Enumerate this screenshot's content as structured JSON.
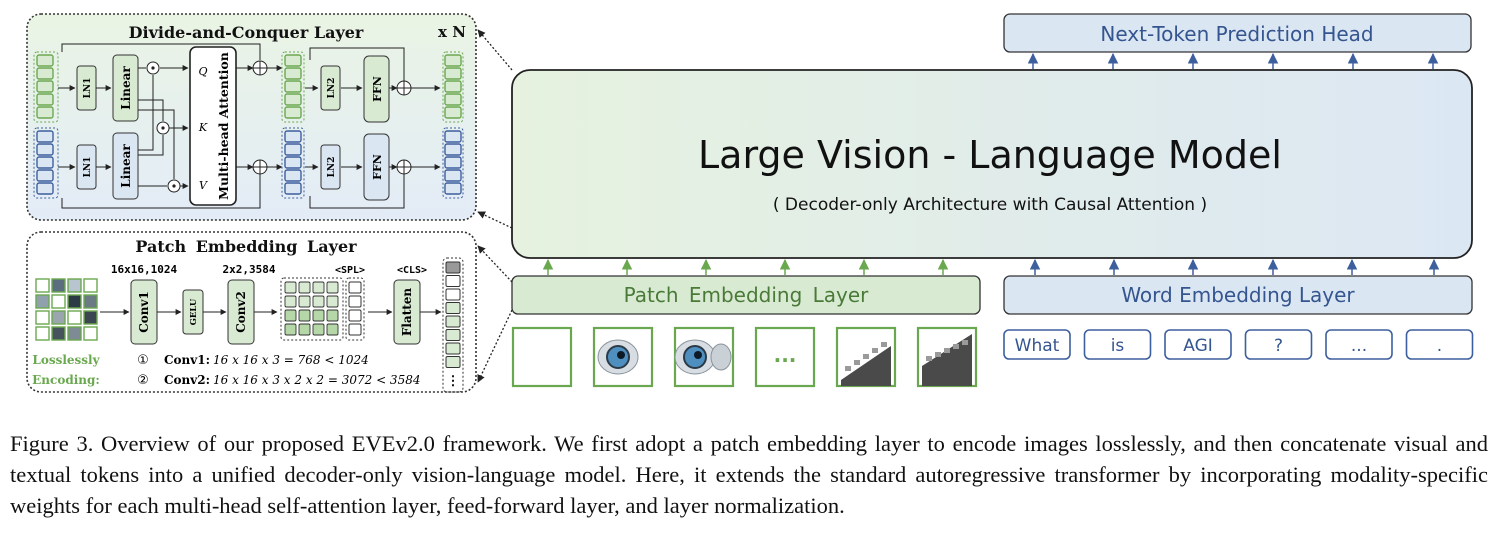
{
  "main": {
    "head_label": "Next-Token Prediction Head",
    "model_title": "Large Vision - Language Model",
    "model_subtitle": "( Decoder-only Architecture with Causal Attention )",
    "patch_embedding_label": "Patch Embedding Layer",
    "word_embedding_label": "Word Embedding Layer",
    "image_tokens": [
      "",
      "",
      "",
      "...",
      "",
      ""
    ],
    "word_tokens": [
      "What",
      "is",
      "AGI",
      "?",
      "...",
      "."
    ]
  },
  "dc_panel": {
    "title": "Divide-and-Conquer Layer",
    "repeat": "x N",
    "ln1": "LN1",
    "ln2": "LN2",
    "linear": "Linear",
    "mha": "Multi-head Attention",
    "ffn": "FFN",
    "q": "Q",
    "k": "K",
    "v": "V"
  },
  "pe_panel": {
    "title": "Patch Embedding Layer",
    "conv1_shape": "16x16,1024",
    "conv2_shape": "2x2,3584",
    "spl": "<SPL>",
    "cls": "<CLS>",
    "conv1": "Conv1",
    "gelu": "GELU",
    "conv2": "Conv2",
    "flatten": "Flatten",
    "lossless": "Losslessly",
    "encoding": "Encoding:",
    "eq1_num": "①",
    "eq1_label": "Conv1:",
    "eq1_expr": "16 x 16 x 3 = 768 < 1024",
    "eq2_num": "②",
    "eq2_label": "Conv2:",
    "eq2_expr": "16 x 16 x 3 x 2 x 2 = 3072 < 3584",
    "dots": "⋮"
  },
  "caption": "Figure 3. Overview of our proposed EVEv2.0 framework. We first adopt a patch embedding layer to encode images losslessly, and then concatenate visual and textual tokens into a unified decoder-only vision-language model. Here, it extends the standard autoregressive transformer by incorporating modality-specific weights for each multi-head self-attention layer, feed-forward layer, and layer normalization.",
  "colors": {
    "green": "#6aa84f",
    "green_light": "#d9ead3",
    "blue": "#3d5f9e",
    "blue_light": "#dbe6f3",
    "text_blue": "#34558f"
  },
  "icons": {
    "plus": "circle-plus-icon",
    "dot": "circle-dot-icon",
    "arrow": "arrow-up-icon"
  }
}
